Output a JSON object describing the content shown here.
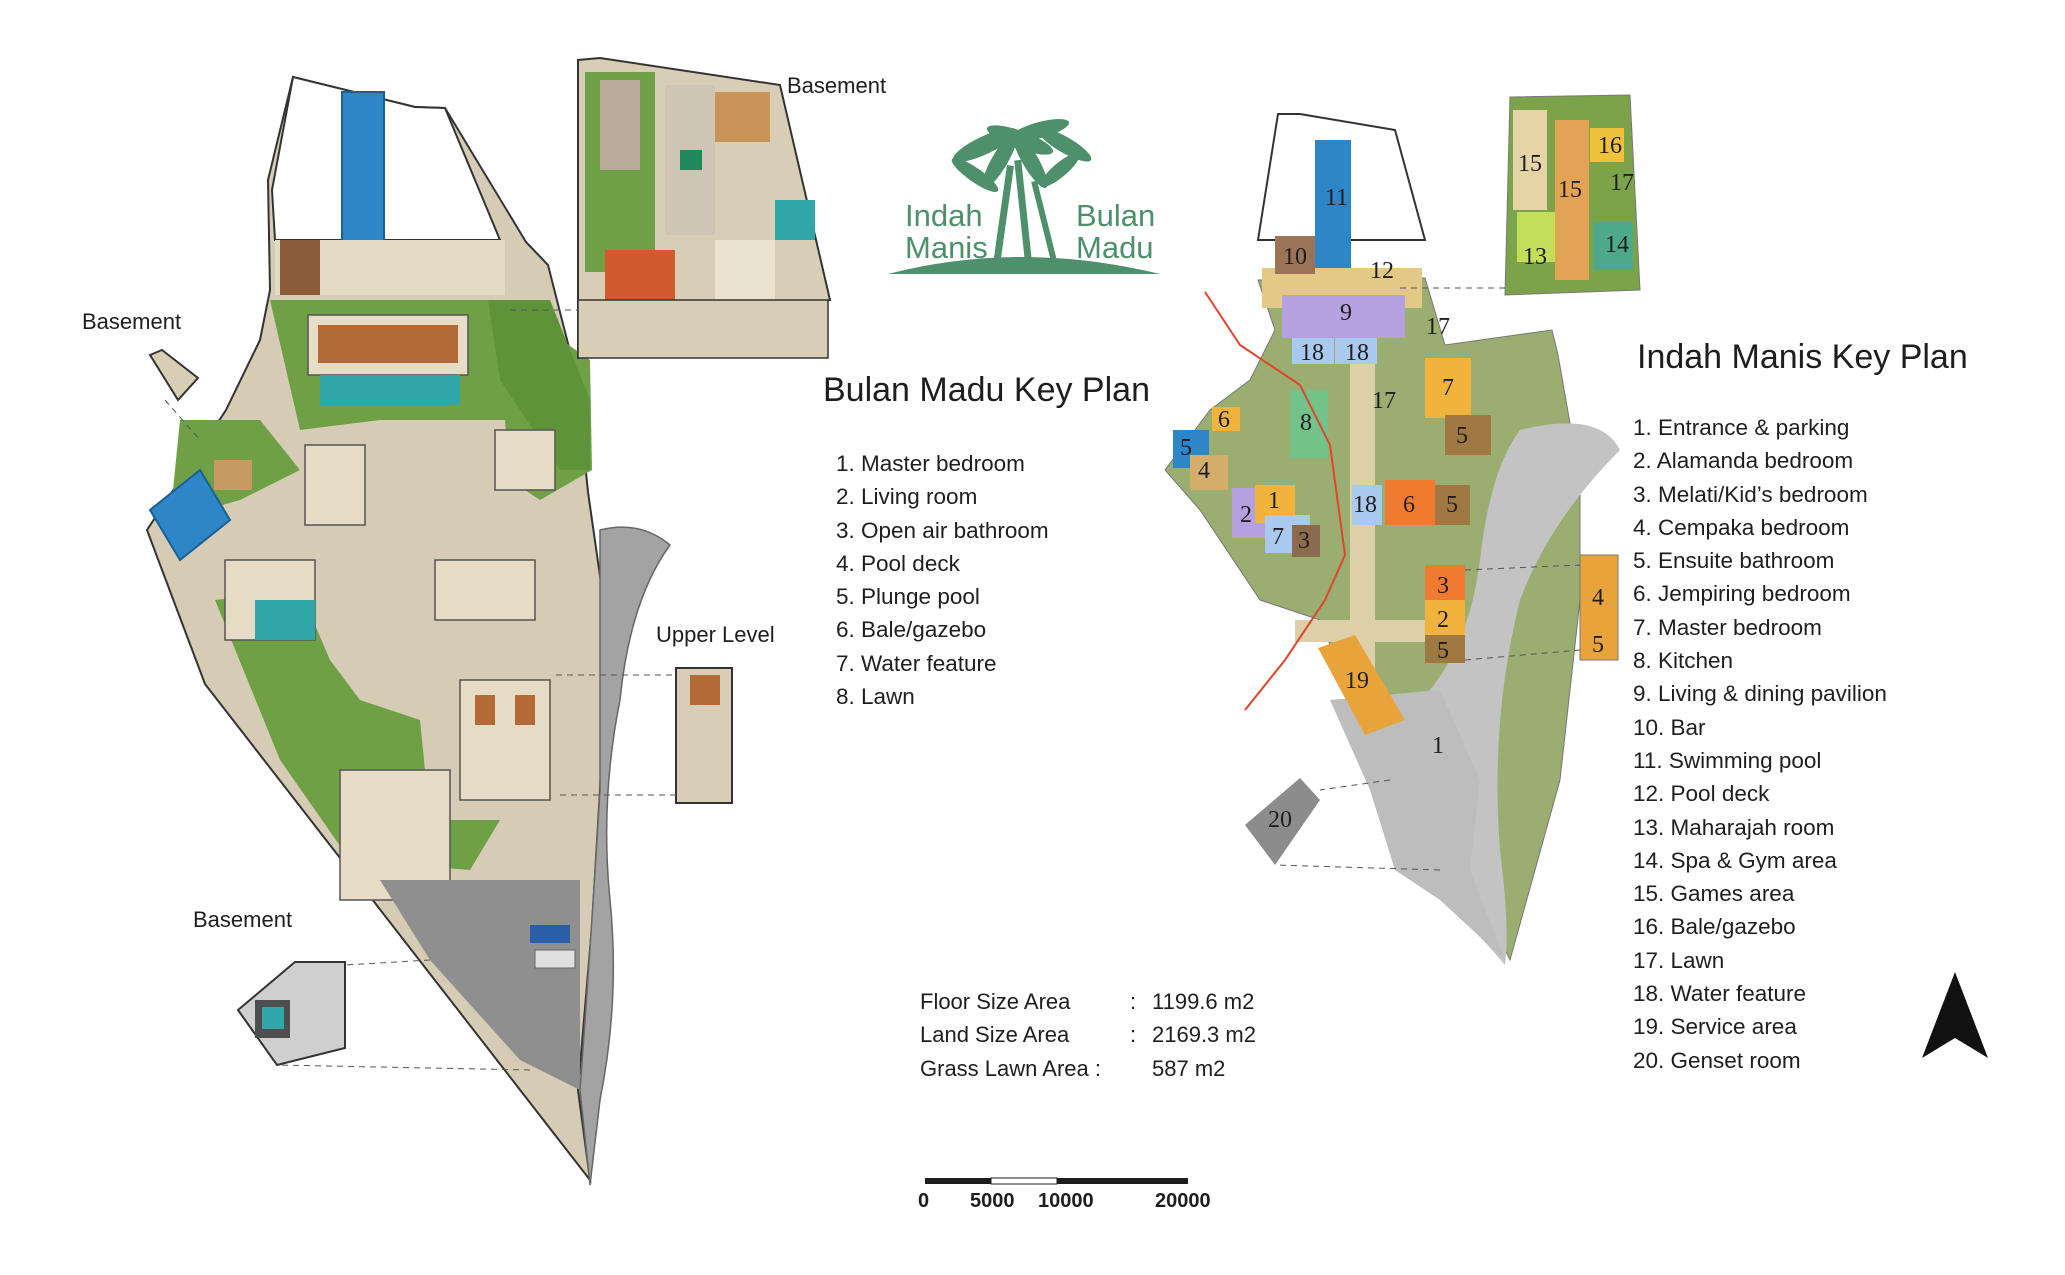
{
  "logo": {
    "word_left_top": "Indah",
    "word_left_bottom": "Manis",
    "word_right_top": "Bulan",
    "word_right_bottom": "Madu"
  },
  "bulan_madu": {
    "title": "Bulan Madu Key Plan",
    "legend": [
      "1. Master bedroom",
      "2. Living room",
      "3. Open air bathroom",
      "4. Pool deck",
      "5. Plunge pool",
      "6. Bale/gazebo",
      "7. Water feature",
      "8. Lawn"
    ],
    "labels": {
      "basement_top": "Basement",
      "basement_left": "Basement",
      "basement_bottom": "Basement",
      "upper_level": "Upper Level"
    }
  },
  "indah_manis": {
    "title": "Indah Manis Key Plan",
    "legend": [
      "1. Entrance & parking",
      "2. Alamanda bedroom",
      "3. Melati/Kid’s bedroom",
      "4. Cempaka bedroom",
      "5. Ensuite bathroom",
      "6. Jempiring bedroom",
      "7. Master bedroom",
      "8. Kitchen",
      "9. Living & dining pavilion",
      "10. Bar",
      "11. Swimming pool",
      "12. Pool deck",
      "13. Maharajah room",
      "14. Spa & Gym area",
      "15. Games area",
      "16. Bale/gazebo",
      "17. Lawn",
      "18. Water feature",
      "19. Service area",
      "20. Genset room"
    ],
    "zone_numbers": [
      "11",
      "10",
      "12",
      "9",
      "17",
      "18",
      "18",
      "17",
      "7",
      "5",
      "8",
      "6",
      "5",
      "4",
      "2",
      "1",
      "7",
      "3",
      "18",
      "6",
      "5",
      "3",
      "2",
      "5",
      "19",
      "1",
      "20",
      "16",
      "15",
      "15",
      "17",
      "13",
      "14",
      "4",
      "5"
    ]
  },
  "stats": [
    {
      "key": "Floor Size Area",
      "sep": ":",
      "value": "1199.6 m2"
    },
    {
      "key": "Land Size Area",
      "sep": ":",
      "value": "2169.3 m2"
    },
    {
      "key": "Grass Lawn Area :",
      "sep": "",
      "value": "587 m2"
    }
  ],
  "scale_bar": {
    "ticks": [
      "0",
      "5000",
      "10000",
      "20000"
    ]
  },
  "colors": {
    "lawn": "#6fa046",
    "pool": "#2d86c8",
    "paving": "#d9ccb2",
    "road": "#a3a3a3",
    "logo_green": "#4e8f6c",
    "site_green": "#9aae72",
    "boundary_red": "#e0452c"
  },
  "icons": [
    "north-arrow-icon",
    "palm-logo-icon"
  ]
}
